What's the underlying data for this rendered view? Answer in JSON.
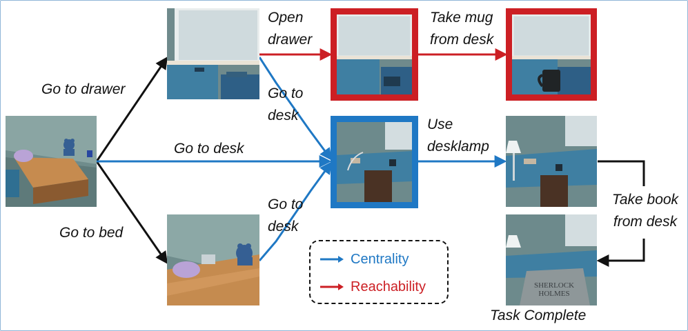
{
  "colors": {
    "centrality": "#1f78c4",
    "reachability": "#cc1f24",
    "neutral": "#111111"
  },
  "edges": {
    "go_to_drawer": "Go to drawer",
    "go_to_desk_main": "Go to desk",
    "go_to_bed": "Go to bed",
    "open_drawer": "Open drawer",
    "go_to_desk_upper": "Go to desk",
    "go_to_desk_lower": "Go to desk",
    "take_mug": "Take mug from desk",
    "use_desklamp": "Use desklamp",
    "take_book": "Take book from desk"
  },
  "final_label": "Task Complete",
  "legend": {
    "centrality": "Centrality",
    "reachability": "Reachability"
  },
  "images": {
    "start": "bedroom-overview",
    "drawer": "drawer-view",
    "bed": "bed-view",
    "opened_drawer": "opened-drawer-view",
    "mug_taken": "mug-view",
    "desk": "desk-view",
    "lamp_on": "desklamp-view",
    "book": "book-view"
  },
  "book_text": {
    "line1": "SHERLOCK",
    "line2": "HOLMES"
  }
}
